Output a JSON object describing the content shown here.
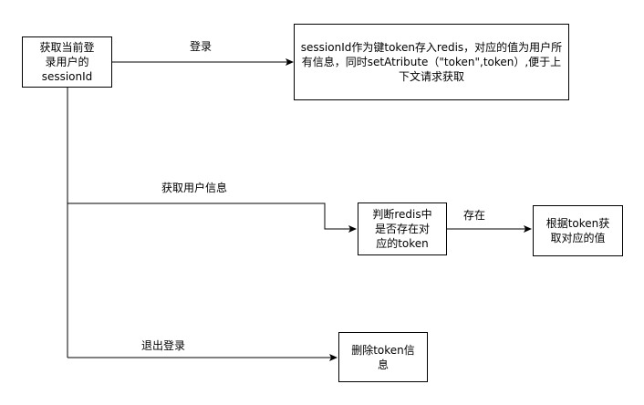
{
  "nodes": {
    "get_session": "获取当前登\n录用户的\nsessionId",
    "store_redis": "sessionId作为键token存入redis，对应的值为用户所\n有信息，同时setAtribute（\"token\",token）,便于上\n下文请求获取",
    "check_redis": "判断redis中\n是否存在对\n应的token",
    "get_value": "根据token获\n取对应的值",
    "delete_token": "删除token信\n息"
  },
  "edges": {
    "login": "登录",
    "get_user_info": "获取用户信息",
    "exists": "存在",
    "logout": "退出登录"
  }
}
